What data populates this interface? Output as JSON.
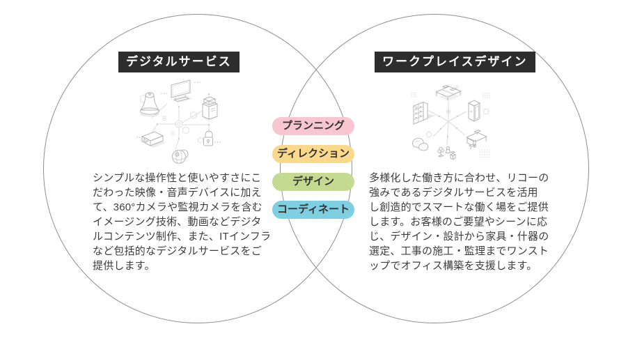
{
  "diagram": {
    "type": "venn",
    "left_circle": {
      "title": "デジタルサービス",
      "description": "シンプルな操作性と使いやすさにこ\nだわった映像・音声デバイスに加え\nて、360°カメラや監視カメラを含む\nイメージング技術、動画などデジタ\nルコンテンツ制作、また、ITインフラ\nなど包括的なデジタルサービスをご\n提供します。",
      "illustration": "digital-devices-isometric-line-art"
    },
    "right_circle": {
      "title": "ワークプレイスデザイン",
      "description": "多様化した働き方に合わせ、リコーの\n強みであるデジタルサービスを活用\nし創造的でスマートな働く場をご提供\nします。お客様のご要望やシーンに応\nじ、デザイン・設計から家具・什器の\n選定、工事の施工・監理までワンスト\nップでオフィス構築を支援します。",
      "illustration": "office-furniture-isometric-line-art"
    },
    "overlap_labels": [
      {
        "label": "プランニング",
        "color": "#f8c6d0"
      },
      {
        "label": "ディレクション",
        "color": "#fad98d"
      },
      {
        "label": "デザイン",
        "color": "#c3da90"
      },
      {
        "label": "コーディネート",
        "color": "#7dcfe1"
      }
    ],
    "colors": {
      "title_bg": "#2d2d2d",
      "title_text": "#ffffff",
      "circle_border": "#8e8e8e",
      "body_text": "#3d3d3d",
      "pill_text": "#333333",
      "background": "#ffffff"
    }
  }
}
